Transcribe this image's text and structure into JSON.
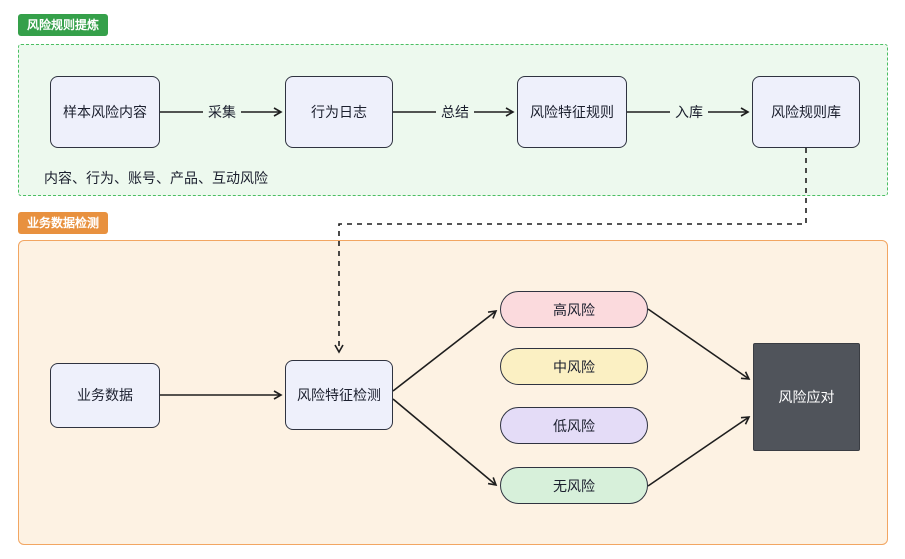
{
  "diagram": {
    "sections": {
      "extraction": {
        "badge": "风险规则提炼",
        "note": "内容、行为、账号、产品、互动风险",
        "nodes": {
          "sample": "样本风险内容",
          "behavior_log": "行为日志",
          "feature_rule": "风险特征规则",
          "rule_store": "风险规则库"
        },
        "edges": {
          "collect": "采集",
          "summarize": "总结",
          "into_store": "入库"
        }
      },
      "detection": {
        "badge": "业务数据检测",
        "nodes": {
          "business_data": "业务数据",
          "feature_detect": "风险特征检测",
          "high_risk": "高风险",
          "medium_risk": "中风险",
          "low_risk": "低风险",
          "no_risk": "无风险",
          "response": "风险应对"
        }
      }
    },
    "colors": {
      "extraction_border": "#4bbf63",
      "extraction_fill": "#edf9ee",
      "extraction_badge": "#35a04a",
      "detection_border": "#f2a662",
      "detection_fill": "#fdf2e3",
      "detection_badge": "#e8913f",
      "node_fill": "#eef0fb",
      "node_border": "#2f3340",
      "high_fill": "#fbdadd",
      "medium_fill": "#fbf0c3",
      "low_fill": "#e4dcf7",
      "none_fill": "#d7f0da",
      "response_fill": "#50545b",
      "line": "#1e1e1e"
    }
  }
}
